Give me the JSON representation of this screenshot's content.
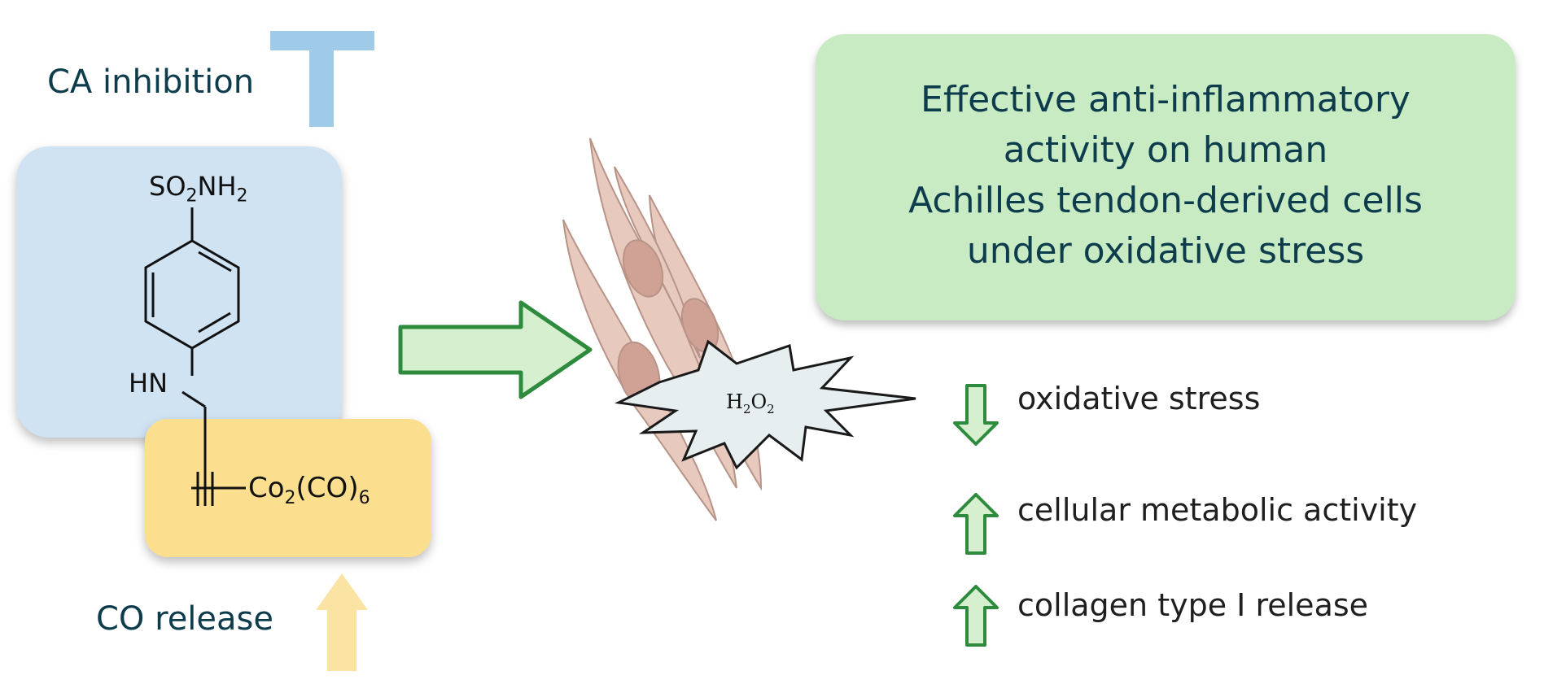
{
  "labels": {
    "ca_inhibition": "CA inhibition",
    "co_release": "CO release"
  },
  "molecule": {
    "sulfonamide": "SO",
    "sulfonamide_sub": "2",
    "sulfonamide_tail": "NH",
    "sulfonamide_tail_sub": "2",
    "amine": "HN",
    "cobalt": "Co",
    "cobalt_sub": "2",
    "cobalt_mid": "(CO)",
    "cobalt_mid_sub": "6"
  },
  "stress": {
    "h": "H",
    "h_sub": "2",
    "o": "O",
    "o_sub": "2"
  },
  "result_box": {
    "line1": "Effective anti-inflammatory",
    "line2": "activity on human",
    "line3": "Achilles tendon-derived cells",
    "line4": "under oxidative stress"
  },
  "effects": [
    {
      "direction": "down",
      "text": "oxidative stress"
    },
    {
      "direction": "up",
      "text": "cellular metabolic activity"
    },
    {
      "direction": "up",
      "text": "collagen type I release"
    }
  ],
  "colors": {
    "blue_box": "#cfe3f3",
    "yellow_box": "#fbdf8e",
    "green_box": "#c9ebc3",
    "green_arrow": "#2e8b3e",
    "cell_fill": "#e8c9bd",
    "nucleus": "#cfa295"
  }
}
